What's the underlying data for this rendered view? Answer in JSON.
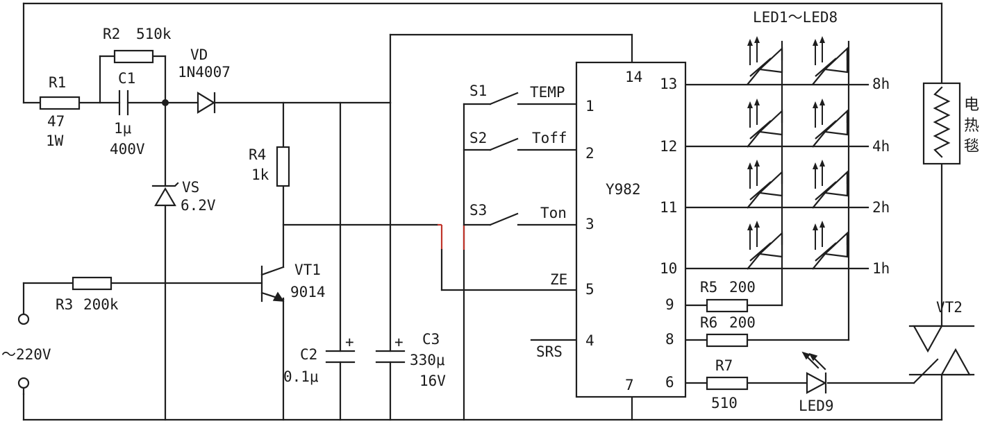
{
  "components": {
    "r1": {
      "name": "R1",
      "value": "47",
      "power": "1W"
    },
    "r2": {
      "name": "R2",
      "value": "510k"
    },
    "c1": {
      "name": "C1",
      "value": "1μ",
      "voltage": "400V"
    },
    "vd": {
      "name": "VD",
      "part": "1N4007"
    },
    "vs": {
      "name": "VS",
      "value": "6.2V"
    },
    "r3": {
      "name": "R3",
      "value": "200k"
    },
    "r4": {
      "name": "R4",
      "value": "1k"
    },
    "vt1": {
      "name": "VT1",
      "part": "9014"
    },
    "c2": {
      "name": "C2",
      "value": "0.1μ"
    },
    "c3": {
      "name": "C3",
      "value": "330μ",
      "voltage": "16V"
    },
    "s1": {
      "name": "S1"
    },
    "s2": {
      "name": "S2"
    },
    "s3": {
      "name": "S3"
    },
    "ic": {
      "name": "Y982"
    },
    "leds": {
      "label": "LED1～LED8"
    },
    "r5": {
      "name": "R5",
      "value": "200"
    },
    "r6": {
      "name": "R6",
      "value": "200"
    },
    "r7": {
      "name": "R7",
      "value": "510"
    },
    "led9": {
      "name": "LED9"
    },
    "vt2": {
      "name": "VT2"
    },
    "heater": {
      "label": [
        "电",
        "热",
        "毯"
      ]
    }
  },
  "supply": {
    "label": "～220V"
  },
  "ic_pins": {
    "p1": {
      "num": "1",
      "name": "TEMP"
    },
    "p2": {
      "num": "2",
      "name": "Toff"
    },
    "p3": {
      "num": "3",
      "name": "Ton"
    },
    "p4": {
      "num": "4",
      "name": "SRS"
    },
    "p5": {
      "num": "5",
      "name": "ZE"
    },
    "p6": {
      "num": "6"
    },
    "p7": {
      "num": "7"
    },
    "p8": {
      "num": "8"
    },
    "p9": {
      "num": "9"
    },
    "p10": {
      "num": "10"
    },
    "p11": {
      "num": "11"
    },
    "p12": {
      "num": "12"
    },
    "p13": {
      "num": "13"
    },
    "p14": {
      "num": "14"
    }
  },
  "timer_labels": [
    "8h",
    "4h",
    "2h",
    "1h"
  ]
}
